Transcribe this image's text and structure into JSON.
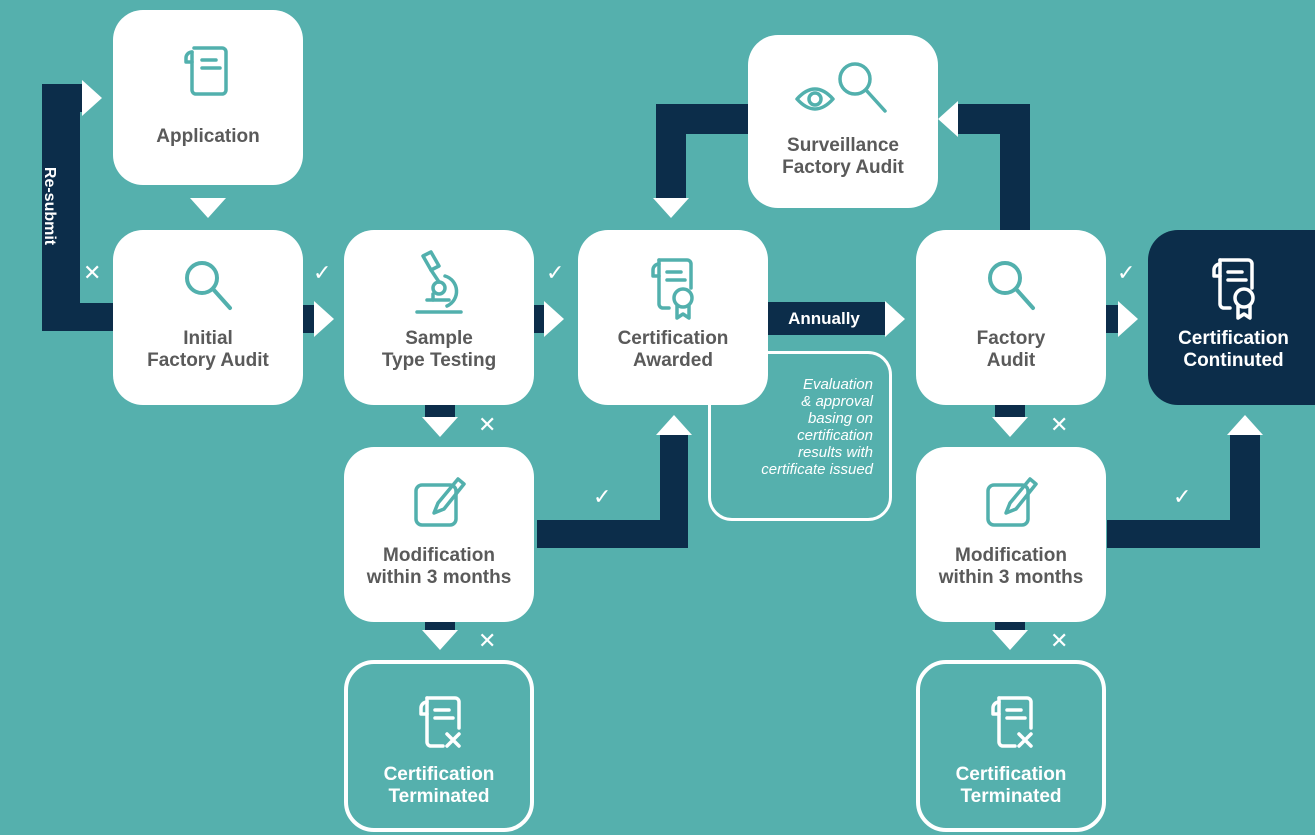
{
  "colors": {
    "background": "#55b0ad",
    "navy": "#0c2d4a",
    "box": "#ffffff",
    "icon": "#52b0ad",
    "label_text": "#5a5a5a"
  },
  "nodes": {
    "application": {
      "label": "Application",
      "icon": "document-icon"
    },
    "initial_audit": {
      "label": "Initial\nFactory Audit",
      "icon": "magnifier-icon"
    },
    "sample_testing": {
      "label": "Sample\nType Testing",
      "icon": "microscope-icon"
    },
    "modification_1": {
      "label": "Modification\nwithin 3 months",
      "icon": "edit-icon"
    },
    "terminated_1": {
      "label": "Certification\nTerminated",
      "icon": "certificate-terminated-icon"
    },
    "certification_awarded": {
      "label": "Certification\nAwarded",
      "icon": "certificate-icon"
    },
    "surveillance_audit": {
      "label": "Surveillance\nFactory Audit",
      "icon": "eye-magnifier-icon"
    },
    "factory_audit": {
      "label": "Factory\nAudit",
      "icon": "magnifier-icon"
    },
    "modification_2": {
      "label": "Modification\nwithin 3 months",
      "icon": "edit-icon"
    },
    "terminated_2": {
      "label": "Certification\nTerminated",
      "icon": "certificate-terminated-icon"
    },
    "certification_continued": {
      "label": "Certification\nContinuted",
      "icon": "certificate-icon"
    }
  },
  "connectors": {
    "resubmit": "Re-submit",
    "annually": "Annually"
  },
  "note": "Evaluation\n& approval\nbasing on\ncertification\nresults with\ncertificate issued",
  "marks": {
    "check": "✓",
    "cross": "✕"
  }
}
